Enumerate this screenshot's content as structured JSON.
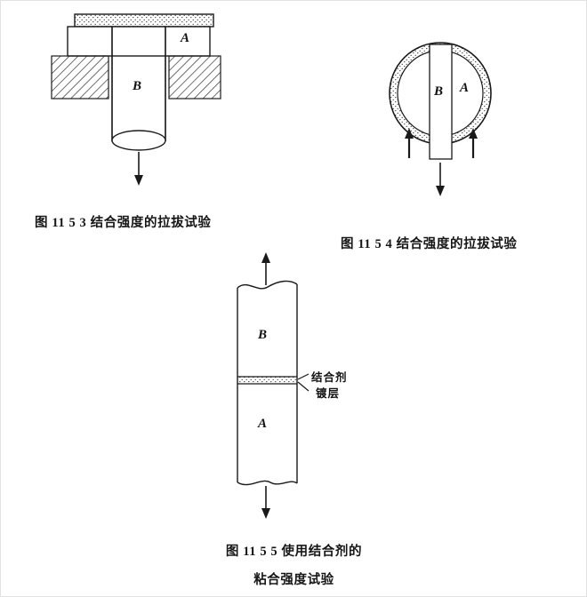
{
  "page": {
    "background": "#ffffff",
    "ink": "#1a1a1a"
  },
  "fig1": {
    "caption": "图 11  5  3  结合强度的拉拔试验",
    "label_a": "A",
    "label_b": "B"
  },
  "fig2": {
    "caption": "图 11  5  4  结合强度的拉拔试验",
    "label_a": "A",
    "label_b": "B"
  },
  "fig3": {
    "caption_line1": "图 11  5  5  使用结合剂的",
    "caption_line2": "粘合强度试验",
    "label_a": "A",
    "label_b": "B",
    "callout_line1": "结合剂",
    "callout_line2": "镀层"
  }
}
